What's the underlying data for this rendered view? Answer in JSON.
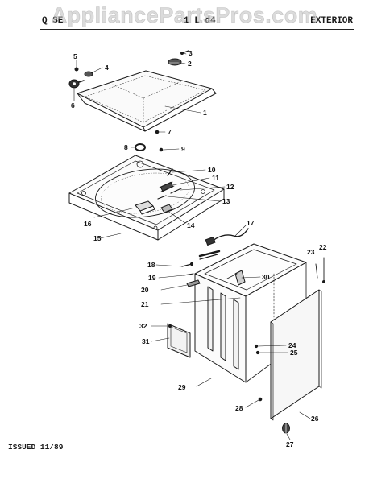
{
  "header": {
    "left_text": "Q SE",
    "mid_text": "1 L d4",
    "right_text": "EXTERIOR"
  },
  "watermark": "AppliancePartsPros.com",
  "footer": {
    "issued": "ISSUED 11/89"
  },
  "callouts": {
    "c1": "1",
    "c2": "2",
    "c3": "3",
    "c4": "4",
    "c5": "5",
    "c6": "6",
    "c7": "7",
    "c8": "8",
    "c9": "9",
    "c10": "10",
    "c11": "11",
    "c12": "12",
    "c13": "13",
    "c14": "14",
    "c15": "15",
    "c16": "16",
    "c17": "17",
    "c18": "18",
    "c19": "19",
    "c20": "20",
    "c21": "21",
    "c22": "22",
    "c23": "23",
    "c24": "24",
    "c25": "25",
    "c26": "26",
    "c27": "27",
    "c28": "28",
    "c29": "29",
    "c30": "30",
    "c31": "31",
    "c32": "32"
  },
  "colors": {
    "ink": "#1a1a1a",
    "paper": "#ffffff",
    "watermark": "#bebebe"
  }
}
